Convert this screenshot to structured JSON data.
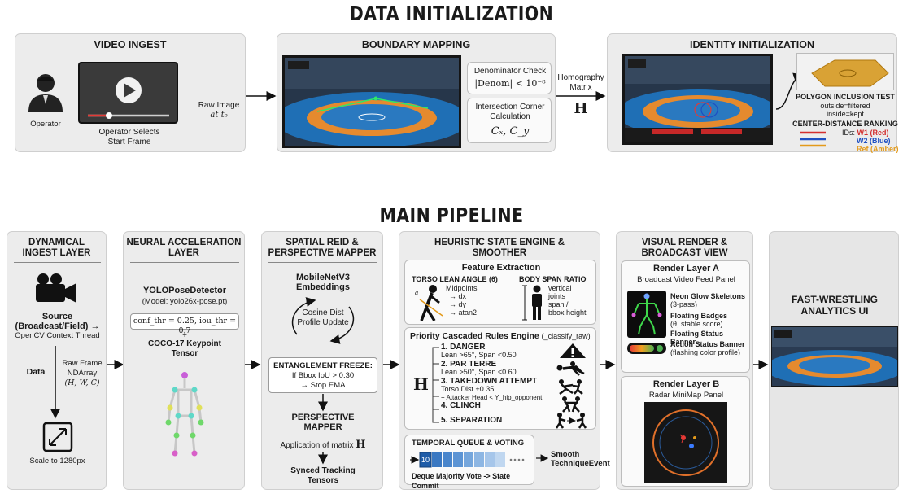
{
  "titles": {
    "data_init": "DATA INITIALIZATION",
    "main_pipeline": "MAIN PIPELINE"
  },
  "video_ingest": {
    "title": "VIDEO INGEST",
    "operator_label": "Operator",
    "caption_line1": "Operator Selects",
    "caption_line2": "Start Frame",
    "raw_image_line1": "Raw Image",
    "raw_image_line2": "at t₀"
  },
  "boundary_mapping": {
    "title": "BOUNDARY MAPPING",
    "denominator_title": "Denominator Check",
    "denominator_formula": "|Denom| < 10⁻⁸",
    "intersection_line1": "Intersection Corner",
    "intersection_line2": "Calculation",
    "intersection_formula": "Cₓ, C_y",
    "homography_line1": "Homography",
    "homography_line2": "Matrix",
    "homography_symbol": "H"
  },
  "identity_init": {
    "title": "IDENTITY INITIALIZATION",
    "polygon_title": "POLYGON INCLUSION TEST",
    "polygon_line1": "outside=filtered",
    "polygon_line2": "inside=kept",
    "ranking_title": "CENTER-DISTANCE RANKING",
    "ids_prefix": "IDs:",
    "id_w1": "W1 (Red)",
    "id_w2": "W2 (Blue)",
    "id_ref": "Ref (Amber)",
    "color_red": "#d32f2f",
    "color_blue": "#1e4fc2",
    "color_amber": "#e39a1b"
  },
  "dynamical_ingest": {
    "title_line1": "DYNAMICAL",
    "title_line2": "INGEST LAYER",
    "source_line1": "Source",
    "source_line2": "(Broadcast/Field) →",
    "source_line3": "OpenCV Context Thread",
    "raw_line1": "Raw Frame",
    "raw_line2": "NDArray",
    "raw_line3": "(H, W, C)",
    "data_label": "Data",
    "scale_label": "Scale to 1280px"
  },
  "neural": {
    "title_line1": "NEURAL ACCELERATION",
    "title_line2": "LAYER",
    "detector_name": "YOLOPoseDetector",
    "detector_model": "(Model: yolo26x-pose.pt)",
    "thresholds": "conf_thr = 0.25, iou_thr = 0.7",
    "plus": "+",
    "keypoint_line1": "COCO-17 Keypoint",
    "keypoint_line2": "Tensor"
  },
  "spatial": {
    "title_line1": "SPATIAL REID &",
    "title_line2": "PERSPECTIVE MAPPER",
    "embed_line1": "MobileNetV3",
    "embed_line2": "Embeddings",
    "cosine_line1": "Cosine Dist",
    "cosine_line2": "Profile Update",
    "freeze_line1": "ENTANGLEMENT FREEZE:",
    "freeze_line2": "If Bbox IoU > 0.30",
    "freeze_line3": "→ Stop EMA",
    "mapper_line1": "PERSPECTIVE",
    "mapper_line2": "MAPPER",
    "application": "Application of matrix",
    "matrix_symbol": "H",
    "synced_line1": "Synced Tracking",
    "synced_line2": "Tensors"
  },
  "heuristic": {
    "title_line1": "HEURISTIC STATE ENGINE &",
    "title_line2": "SMOOTHER",
    "feature_title": "Feature Extraction",
    "torso_title": "TORSO LEAN ANGLE (θ)",
    "torso_items": [
      "Midpoints",
      "→ dx",
      "→ dy",
      "→ atan2"
    ],
    "body_title": "BODY SPAN RATIO",
    "body_items": [
      "vertical",
      "joints",
      "span /",
      "bbox height"
    ],
    "rules_title": "Priority Cascaded Rules Engine",
    "rules_fn": "(_classify_raw)",
    "rules_symbol": "H",
    "rules": [
      {
        "name": "1. DANGER",
        "detail": "Lean >65°, Span <0.50",
        "detail2": ""
      },
      {
        "name": "2. PAR TERRE",
        "detail": "Lean >50°, Span <0.60",
        "detail2": ""
      },
      {
        "name": "3. TAKEDOWN ATTEMPT",
        "detail": "Torso Dist +0.35",
        "detail2": "+ Attacker Head < Y_hip_opponent"
      },
      {
        "name": "4. CLINCH",
        "detail": "",
        "detail2": ""
      },
      {
        "name": "5. SEPARATION",
        "detail": "",
        "detail2": ""
      }
    ],
    "queue_title": "TEMPORAL QUEUE & VOTING",
    "queue_first": "10",
    "queue_vote": "Deque Majority Vote -> State Commit",
    "smooth_line1": "Smooth",
    "smooth_line2": "TechniqueEvent"
  },
  "visual": {
    "title_line1": "VISUAL RENDER &",
    "title_line2": "BROADCAST VIEW",
    "layer_a_title": "Render Layer A",
    "layer_a_sub": "Broadcast Video Feed Panel",
    "neon_line1": "Neon Glow Skeletons",
    "neon_line2": "(3-pass)",
    "badges_line1": "Floating Badges",
    "badges_line2": "(θ, stable score)",
    "status_banner": "Floating Status Banner",
    "action_line1": "Action Status Banner",
    "action_line2": "(flashing color profile)",
    "layer_b_title": "Render Layer B",
    "layer_b_sub": "Radar MiniMap Panel"
  },
  "final": {
    "title_line1": "FAST-WRESTLING",
    "title_line2": "ANALYTICS UI"
  }
}
